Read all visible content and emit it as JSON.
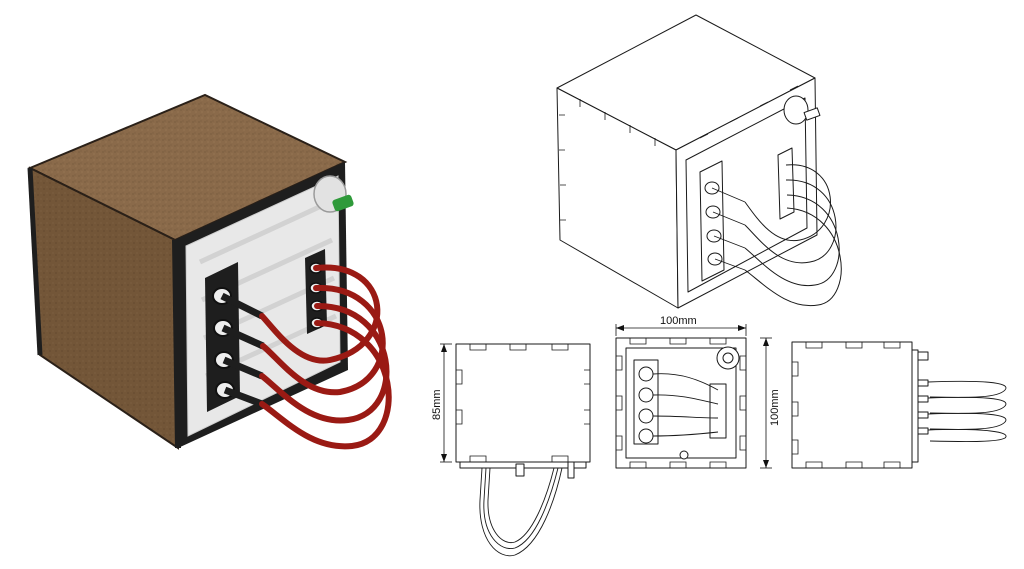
{
  "dimensions": {
    "top_width": "100mm",
    "side_height": "85mm",
    "front_height": "100mm"
  },
  "colors": {
    "mdf": "#8a6a4a",
    "mdf_dark": "#5e4630",
    "mdf_edge": "#2a2018",
    "plate": "#e8e8e8",
    "tube": "#9a1a14",
    "tube_dark": "#5a0e0a",
    "connector": "#1e1e1e",
    "knob": "#2f9a3a",
    "line": "#1a1a1a"
  },
  "icons": {
    "render": "rendered-enclosure-icon",
    "iso": "isometric-drawing-icon"
  }
}
